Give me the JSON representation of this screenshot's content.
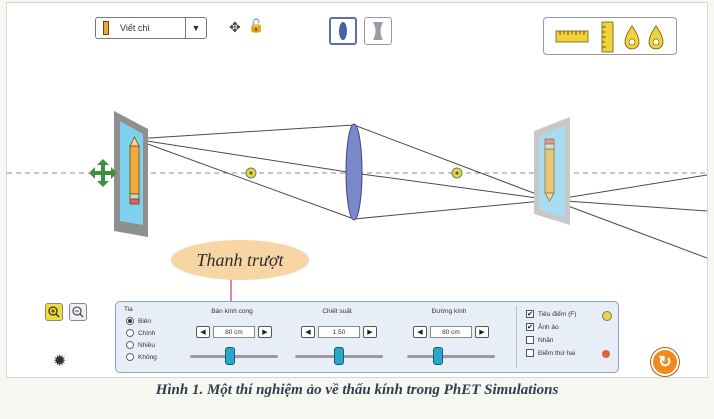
{
  "toolbar": {
    "object_select": {
      "value": "Viết chì",
      "icon": "pencil-icon"
    },
    "move_icon": "✥",
    "lock_icon": "🔓",
    "lens_shapes": [
      "convex",
      "concave"
    ],
    "tools": [
      "ruler-horizontal-icon",
      "ruler-vertical-icon",
      "light-source-icon",
      "light-source-icon"
    ]
  },
  "callout": {
    "text": "Thanh trượt"
  },
  "controls": {
    "curvature_heading": "Tia",
    "rays": [
      {
        "label": "Biên",
        "selected": true
      },
      {
        "label": "Chính",
        "selected": false
      },
      {
        "label": "Nhiều",
        "selected": false
      },
      {
        "label": "Không",
        "selected": false
      }
    ],
    "params": [
      {
        "label": "Bán kính cong",
        "value": "80 cm",
        "level": 0.45
      },
      {
        "label": "Chiết suất",
        "value": "1.50",
        "level": 0.5
      },
      {
        "label": "Đường kính",
        "value": "80 cm",
        "level": 0.35
      }
    ],
    "checkboxes": [
      {
        "label": "Tiêu điểm (F)",
        "checked": true
      },
      {
        "label": "Ảnh ảo",
        "checked": true
      },
      {
        "label": "Nhãn",
        "checked": false
      },
      {
        "label": "Điểm thứ hai",
        "checked": false
      }
    ],
    "arrow_left": "◀",
    "arrow_right": "▶"
  },
  "misc": {
    "zoom_in": "+",
    "zoom_out": "−",
    "brightness_icon": "✹",
    "reset_icon": "↻"
  },
  "colors": {
    "focus_point": "#e8d83a",
    "second_point": "#e0633a",
    "lens": "#7b88c9",
    "slider_thumb": "#2aa6c7"
  },
  "caption": "Hình 1. Một thí nghiệm ảo về thấu kính trong PhET Simulations"
}
